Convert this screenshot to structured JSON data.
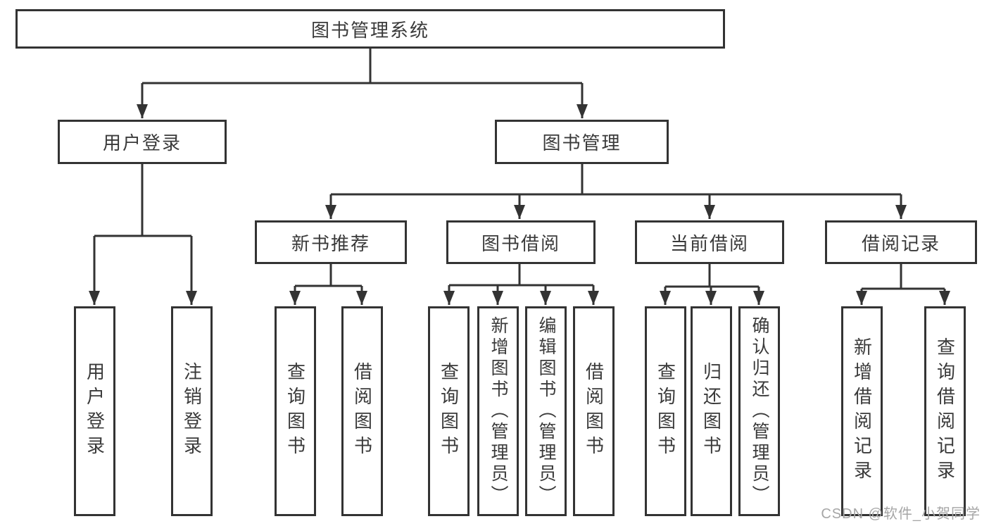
{
  "tree": {
    "root": "图书管理系统",
    "children": [
      {
        "label": "用户登录",
        "children": [
          "用户登录",
          "注销登录"
        ]
      },
      {
        "label": "图书管理",
        "children": [
          {
            "label": "新书推荐",
            "children": [
              "查询图书",
              "借阅图书"
            ]
          },
          {
            "label": "图书借阅",
            "children": [
              "查询图书",
              "新增图书（管理员）",
              "编辑图书（管理员）",
              "借阅图书"
            ]
          },
          {
            "label": "当前借阅",
            "children": [
              "查询图书",
              "归还图书",
              "确认归还（管理员）"
            ]
          },
          {
            "label": "借阅记录",
            "children": [
              "新增借阅记录",
              "查询借阅记录"
            ]
          }
        ]
      }
    ]
  },
  "watermark": {
    "text": "CSDN @软件_小贺同学",
    "color": "#a6a6a6"
  },
  "colors": {
    "line": "#333333",
    "box_border": "#333333",
    "box_background": "#ffffff",
    "label_text": "#3a3a3a",
    "page_background": "#ffffff"
  }
}
